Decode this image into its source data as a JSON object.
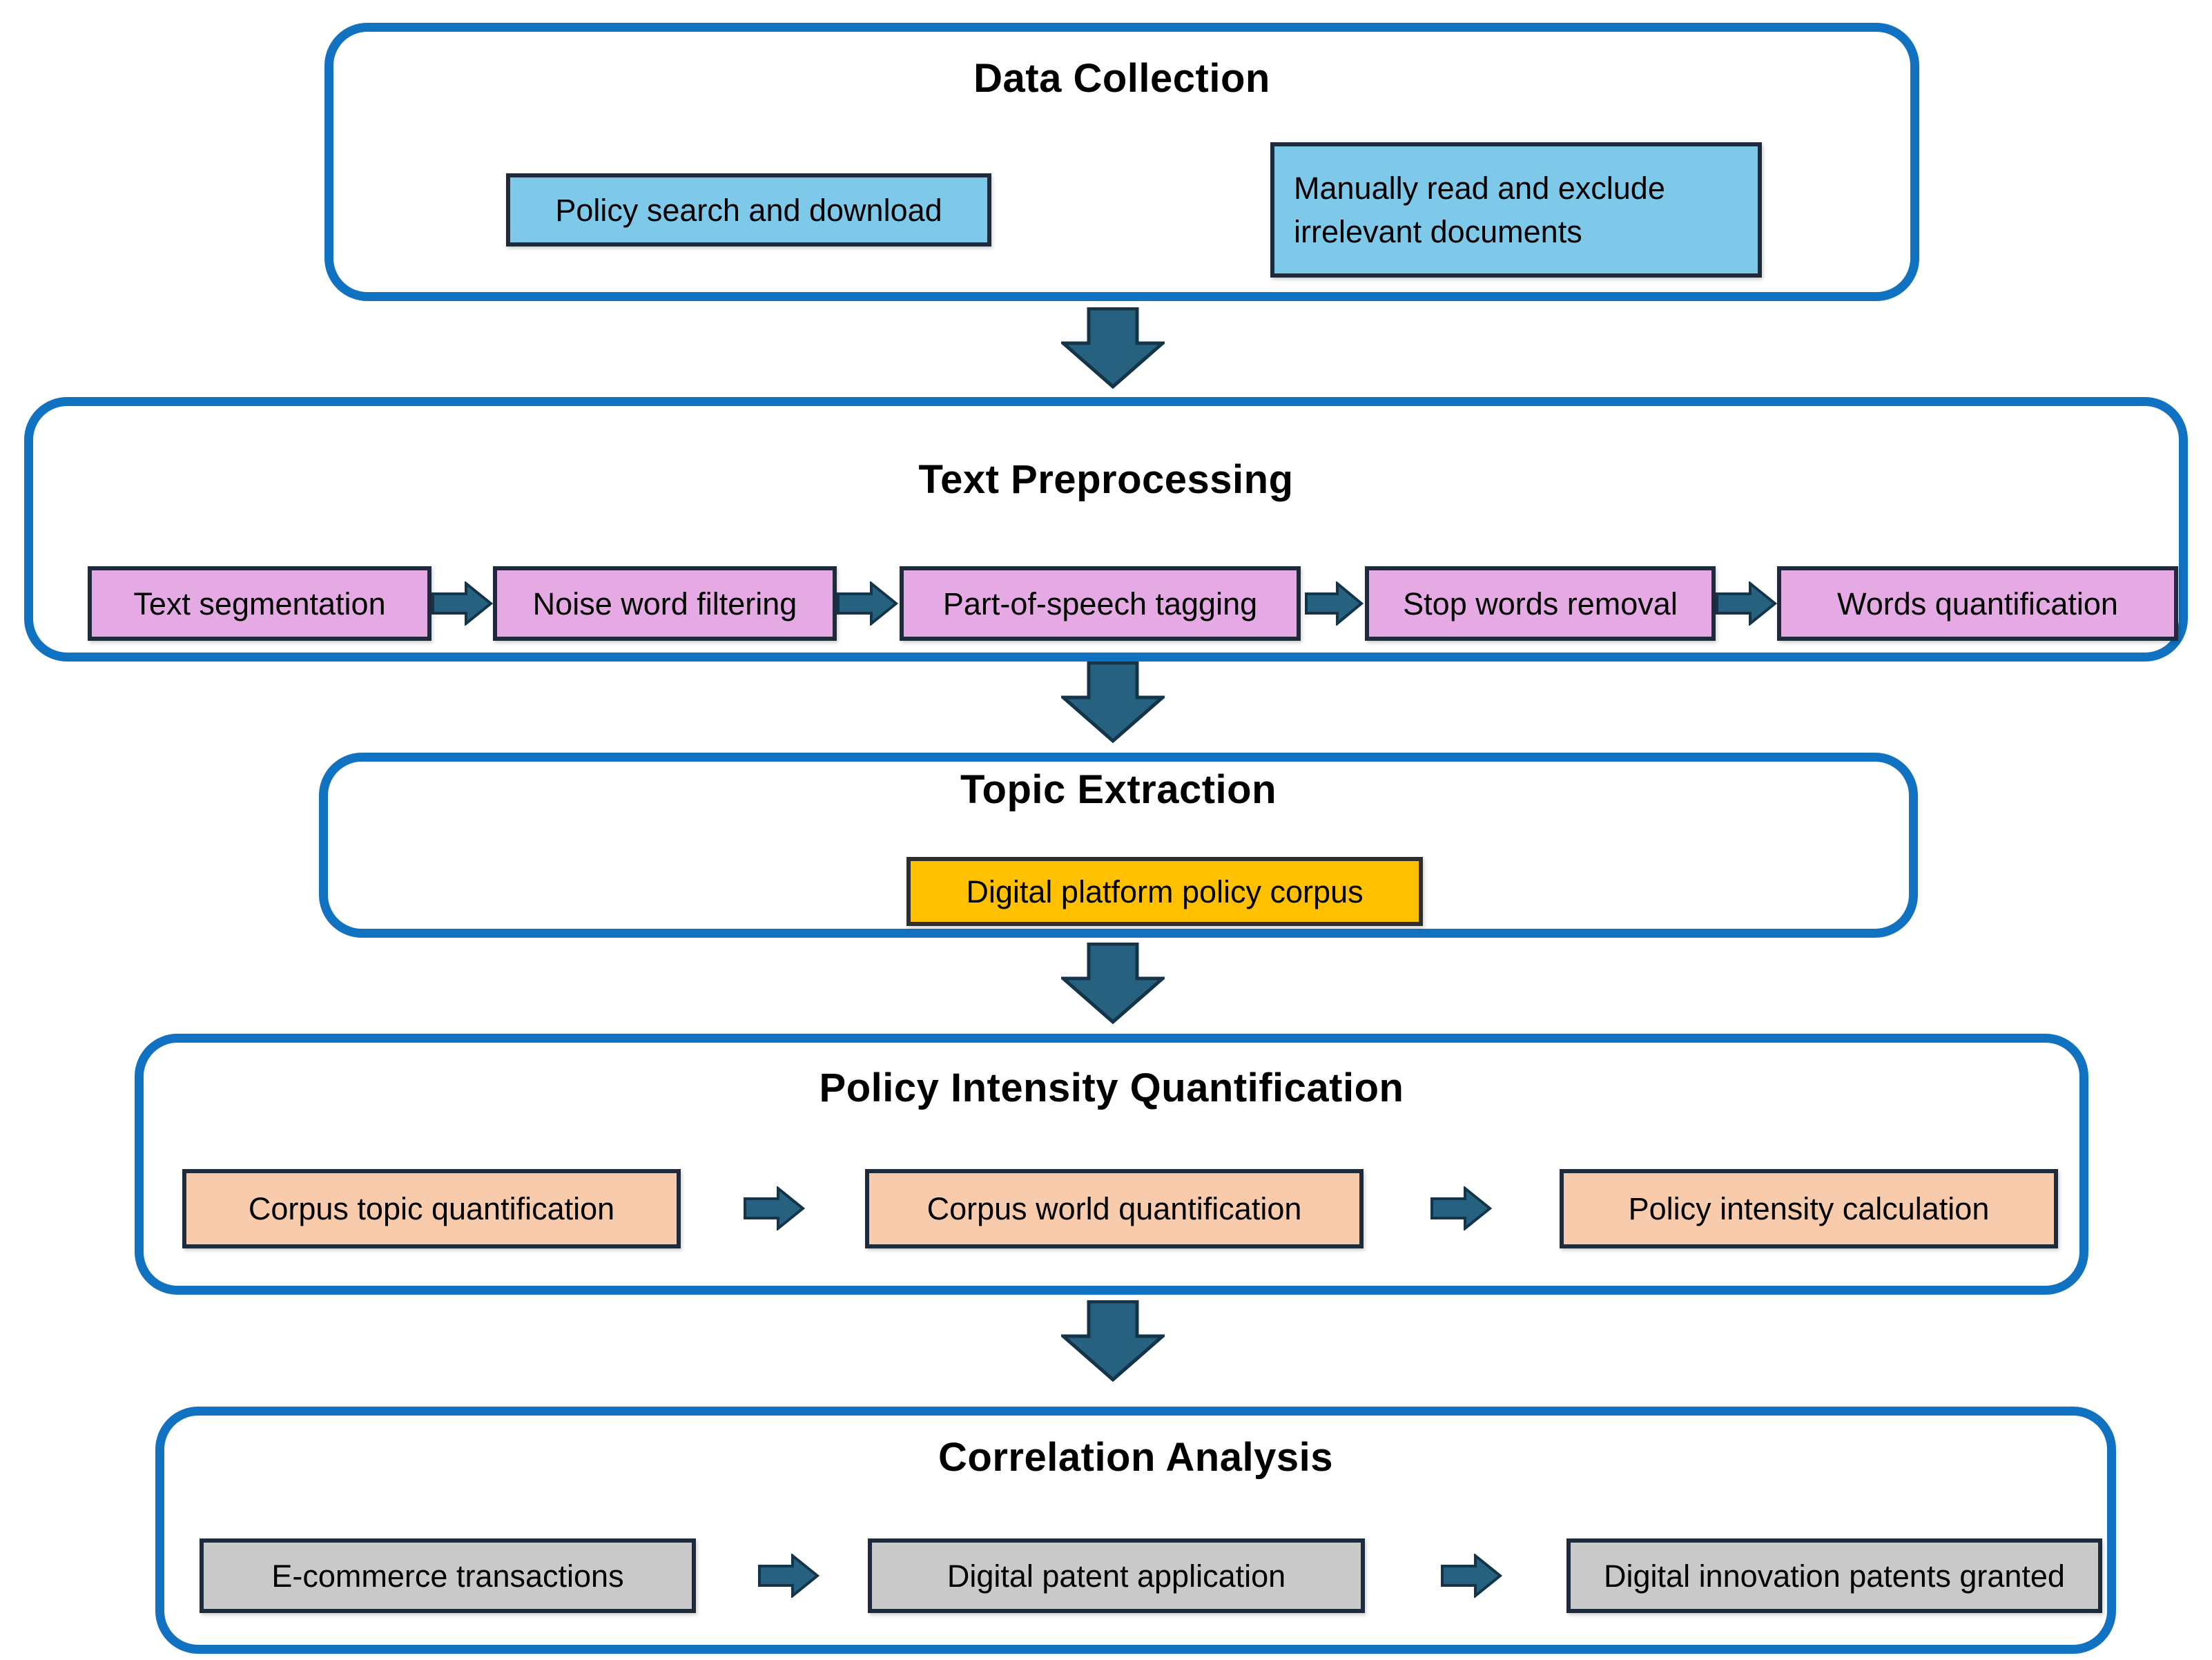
{
  "colors": {
    "container-border": "#1272C2",
    "arrow-fill": "#26617F",
    "arrow-stroke": "#14344A",
    "box-border": "#1E2B3C",
    "blue-fill": "#7EC9EA",
    "plum-fill": "#E5A9E3",
    "orange-fill": "#FFC000",
    "orange-border": "#2E2E2E",
    "peach-fill": "#F8CBAD",
    "gray-fill": "#C9C9C9",
    "text": "#000000"
  },
  "sections": {
    "data_collection": {
      "title": "Data Collection",
      "boxes": {
        "search": "Policy search and download",
        "manual": "Manually read and exclude irrelevant documents"
      }
    },
    "text_preprocessing": {
      "title": "Text Preprocessing",
      "steps": [
        "Text segmentation",
        "Noise word filtering",
        "Part-of-speech tagging",
        "Stop words removal",
        "Words quantification"
      ]
    },
    "topic_extraction": {
      "title": "Topic Extraction",
      "boxes": {
        "corpus": "Digital platform policy corpus"
      }
    },
    "policy_intensity": {
      "title": "Policy Intensity Quantification",
      "steps": [
        "Corpus topic quantification",
        "Corpus world quantification",
        "Policy intensity calculation"
      ]
    },
    "correlation_analysis": {
      "title": "Correlation Analysis",
      "steps": [
        "E-commerce transactions",
        "Digital patent application",
        "Digital innovation patents granted"
      ]
    }
  }
}
